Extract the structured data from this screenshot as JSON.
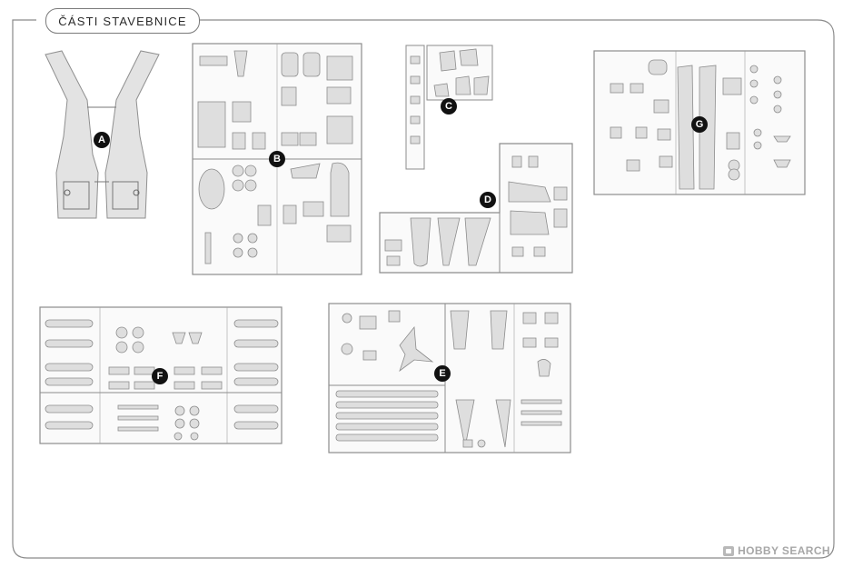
{
  "title": "ČÁSTI STAVEBNICE",
  "sprues": [
    {
      "id": "A",
      "label": "A"
    },
    {
      "id": "B",
      "label": "B"
    },
    {
      "id": "C",
      "label": "C"
    },
    {
      "id": "D",
      "label": "D"
    },
    {
      "id": "E",
      "label": "E"
    },
    {
      "id": "F",
      "label": "F"
    },
    {
      "id": "G",
      "label": "G"
    }
  ],
  "watermark": {
    "brand": "HOBBY SEARCH",
    "icon": "hobby-search-logo-icon"
  },
  "colors": {
    "sprue_fill": "#e2e2e2",
    "sprue_outline": "#8c8c8c",
    "label_bg": "#111111",
    "frame": "#8a8a8a"
  }
}
